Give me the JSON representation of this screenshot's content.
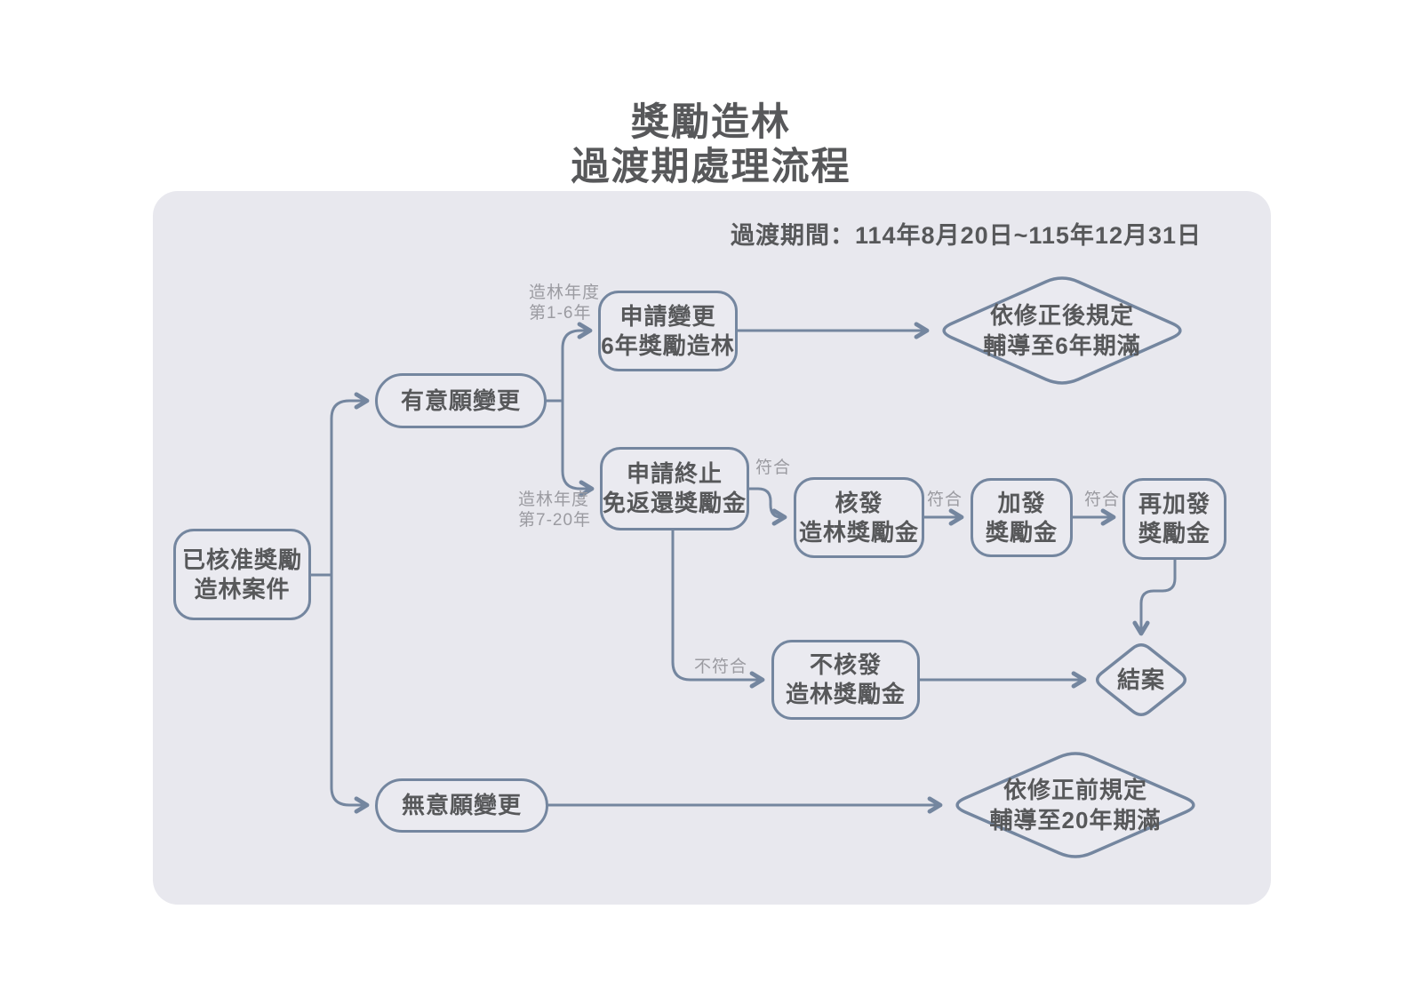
{
  "title": {
    "line1": "獎勵造林",
    "line2": "過渡期處理流程"
  },
  "period_note": "過渡期間：114年8月20日~115年12月31日",
  "nodes": {
    "approved": {
      "line1": "已核准獎勵",
      "line2": "造林案件"
    },
    "willing": {
      "line1": "有意願變更"
    },
    "unwilling": {
      "line1": "無意願變更"
    },
    "apply_change": {
      "line1": "申請變更",
      "line2": "6年獎勵造林"
    },
    "apply_terminate": {
      "line1": "申請終止",
      "line2": "免返還獎勵金"
    },
    "issue": {
      "line1": "核發",
      "line2": "造林獎勵金"
    },
    "extra_issue": {
      "line1": "加發",
      "line2": "獎勵金"
    },
    "extra_issue2": {
      "line1": "再加發",
      "line2": "獎勵金"
    },
    "no_issue": {
      "line1": "不核發",
      "line2": "造林獎勵金"
    },
    "guide_after": {
      "line1": "依修正後規定",
      "line2": "輔導至6年期滿"
    },
    "guide_before": {
      "line1": "依修正前規定",
      "line2": "輔導至20年期滿"
    },
    "closed": {
      "line1": "結案"
    }
  },
  "edge_labels": {
    "years_1_6": {
      "line1": "造林年度",
      "line2": "第1-6年"
    },
    "years_7_20": {
      "line1": "造林年度",
      "line2": "第7-20年"
    },
    "match1": "符合",
    "match2": "符合",
    "match3": "符合",
    "not_match": "不符合"
  },
  "colors": {
    "stroke": "#74869f",
    "canvas_bg": "#e8e8ee",
    "box_bg": "#eaeaf0",
    "text_dark": "#57585a",
    "text_light": "#9b9ba1"
  }
}
